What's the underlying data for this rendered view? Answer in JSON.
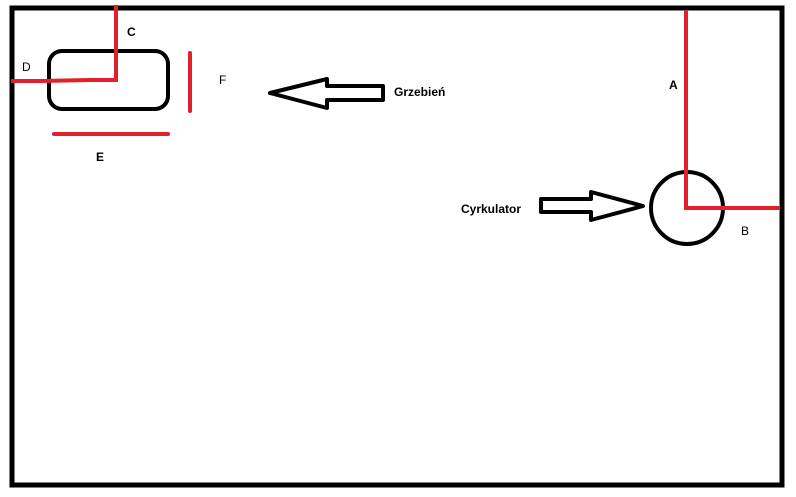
{
  "labels": {
    "a": "A",
    "b": "B",
    "c": "C",
    "d": "D",
    "e": "E",
    "f": "F"
  },
  "annotations": {
    "comb": "Grzebień",
    "circulator": "Cyrkulator"
  },
  "colors": {
    "pipe": "#e0202a",
    "outline": "#000000"
  }
}
